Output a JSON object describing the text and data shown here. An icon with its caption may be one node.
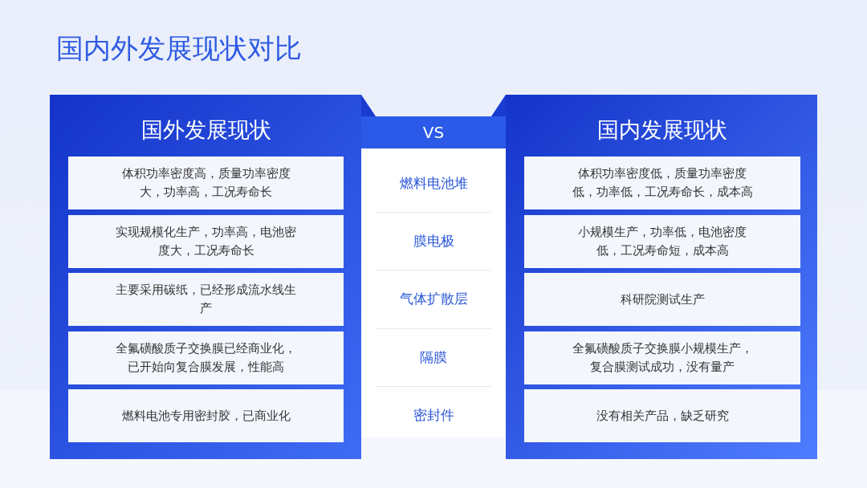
{
  "diagram": {
    "title": "国内外发展现状对比",
    "nodes": [
      {
        "text": [
          "国外发展现状"
        ]
      },
      {
        "text": [
          "体积功率密度高，质量功率密度大，功率高，工况寿命长"
        ],
        "in": 0
      },
      {
        "text": [
          "实现规模化生产，功率高，电池密度大，工况寿命长"
        ],
        "in": 0
      },
      {
        "text": [
          "主要采用碳纸，已经形成流水线生产"
        ],
        "in": 0
      },
      {
        "text": [
          "全氟磺酸质子交换膜已经商业化，已开始向复合膜发展，性能高"
        ],
        "in": 0
      },
      {
        "text": [
          "燃料电池专用密封胶，已商业化"
        ],
        "in": 0
      },
      {
        "text": [
          "VS"
        ]
      },
      {
        "text": [
          "燃料电池堆"
        ],
        "in": 6
      },
      {
        "text": [
          "膜电极"
        ],
        "in": 6
      },
      {
        "text": [
          "气体扩散层"
        ],
        "in": 6
      },
      {
        "text": [
          "隔膜"
        ],
        "in": 6
      },
      {
        "text": [
          "密封件"
        ],
        "in": 6
      },
      {
        "text": [
          "国内发展现状"
        ]
      },
      {
        "text": [
          "体积功率密度低，质量功率密度低，功率低，工况寿命长，成本高"
        ],
        "in": 12
      },
      {
        "text": [
          "小规模生产，功率低，电池密度低，工况寿命短，成本高"
        ],
        "in": 12
      },
      {
        "text": [
          "科研院测试生产"
        ],
        "in": 12
      },
      {
        "text": [
          "全氟磺酸质子交换膜小规模生产，复合膜测试成功，没有量产"
        ],
        "in": 12
      },
      {
        "text": [
          "没有相关产品，缺乏研究"
        ],
        "in": 12
      }
    ]
  }
}
